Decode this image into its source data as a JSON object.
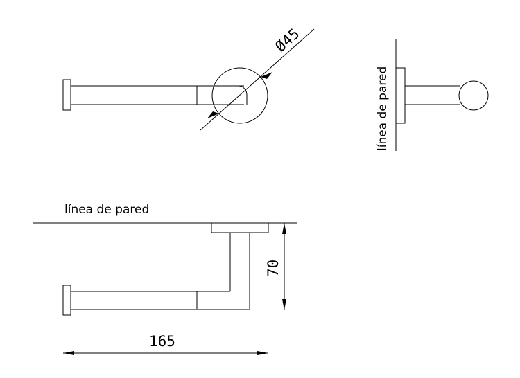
{
  "drawing": {
    "diameter_label": "Ø45",
    "wall_label_side": "línea de pared",
    "wall_label_top": "línea de pared",
    "depth_label": "70",
    "length_label": "165"
  }
}
